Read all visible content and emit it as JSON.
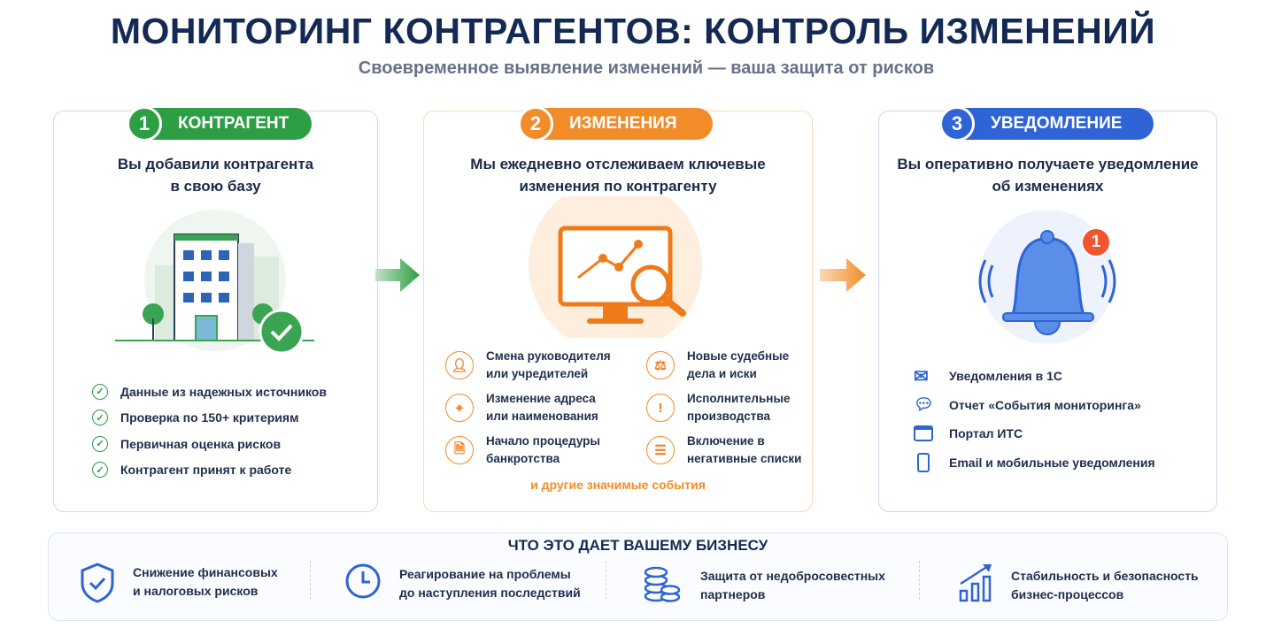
{
  "title": "МОНИТОРИНГ КОНТРАГЕНТОВ: КОНТРОЛЬ ИЗМЕНЕНИЙ",
  "subtitle": "Своевременное выявление изменений — ваша защита от рисков",
  "steps": [
    {
      "num": "1",
      "label": "КОНТРАГЕНТ",
      "heading": [
        "Вы добавили контрагента",
        "в свою базу"
      ],
      "color": "#2e9e45",
      "items": [
        "Данные из надежных источников",
        "Проверка по 150+ критериям",
        "Первичная оценка рисков",
        "Контрагент принят к работе"
      ]
    },
    {
      "num": "2",
      "label": "ИЗМЕНЕНИЯ",
      "heading": [
        "Мы ежедневно отслеживаем ключевые",
        "изменения по контрагенту"
      ],
      "color": "#f28c28",
      "events": [
        [
          "Смена руководителя",
          "или учредителей"
        ],
        [
          "Новые судебные",
          "дела и иски"
        ],
        [
          "Изменение адреса",
          "или наименования"
        ],
        [
          "Исполнительные",
          "производства"
        ],
        [
          "Начало процедуры",
          "банкротства"
        ],
        [
          "Включение в",
          "негативные списки"
        ]
      ],
      "more": "и другие значимые события"
    },
    {
      "num": "3",
      "label": "УВЕДОМЛЕНИЕ",
      "heading": [
        "Вы оперативно получаете уведомление",
        "об изменениях"
      ],
      "color": "#2e64d6",
      "bell_count": "1",
      "items": [
        "Уведомления в 1С",
        "Отчет «События мониторинга»",
        "Портал ИТС",
        "Email и мобильные уведомления"
      ]
    }
  ],
  "benefits": {
    "title": "ЧТО ЭТО ДАЕТ ВАШЕМУ БИЗНЕСУ",
    "items": [
      [
        "Снижение финансовых",
        "и налоговых рисков"
      ],
      [
        "Реагирование на проблемы",
        "до наступления последствий"
      ],
      [
        "Защита от недобросовестных",
        "партнеров"
      ],
      [
        "Стабильность и безопасность",
        "бизнес-процессов"
      ]
    ]
  }
}
